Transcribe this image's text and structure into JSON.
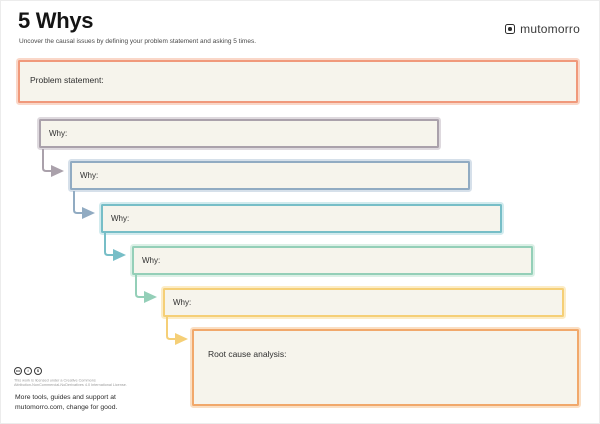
{
  "header": {
    "title": "5 Whys",
    "subtitle": "Uncover the causal issues by defining your problem statement and asking 5 times.",
    "brand": {
      "name": "mutomorro",
      "icon": "square-dot-logo-icon"
    }
  },
  "worksheet": {
    "box_fill": "#f6f4ec",
    "problem": {
      "label": "Problem statement:",
      "border_color": "#f0997b",
      "glow_color": "#fad7c8"
    },
    "whys": [
      {
        "label": "Why:",
        "border_color": "#aaa1ab",
        "glow_color": "#ded9de"
      },
      {
        "label": "Why:",
        "border_color": "#91abc2",
        "glow_color": "#d6e0ea"
      },
      {
        "label": "Why:",
        "border_color": "#77bec7",
        "glow_color": "#d2ebee"
      },
      {
        "label": "Why:",
        "border_color": "#94cfb8",
        "glow_color": "#dbf0e6"
      },
      {
        "label": "Why:",
        "border_color": "#f5cf77",
        "glow_color": "#fcecc6"
      }
    ],
    "root": {
      "label": "Root cause analysis:",
      "border_color": "#f1a86b",
      "glow_color": "#fadfc4"
    }
  },
  "footer": {
    "license_icons": [
      {
        "name": "cc-icon",
        "glyph": "cc"
      },
      {
        "name": "by-icon",
        "glyph": "i"
      },
      {
        "name": "nc-icon",
        "glyph": "$"
      }
    ],
    "license_line1": "This work is licensed under a Creative Commons",
    "license_line2": "Attribution-NonCommercial-NoDerivatives 4.0 International License.",
    "support_line1": "More tools, guides and support at",
    "support_line2": "mutomorro.com, change for good."
  }
}
